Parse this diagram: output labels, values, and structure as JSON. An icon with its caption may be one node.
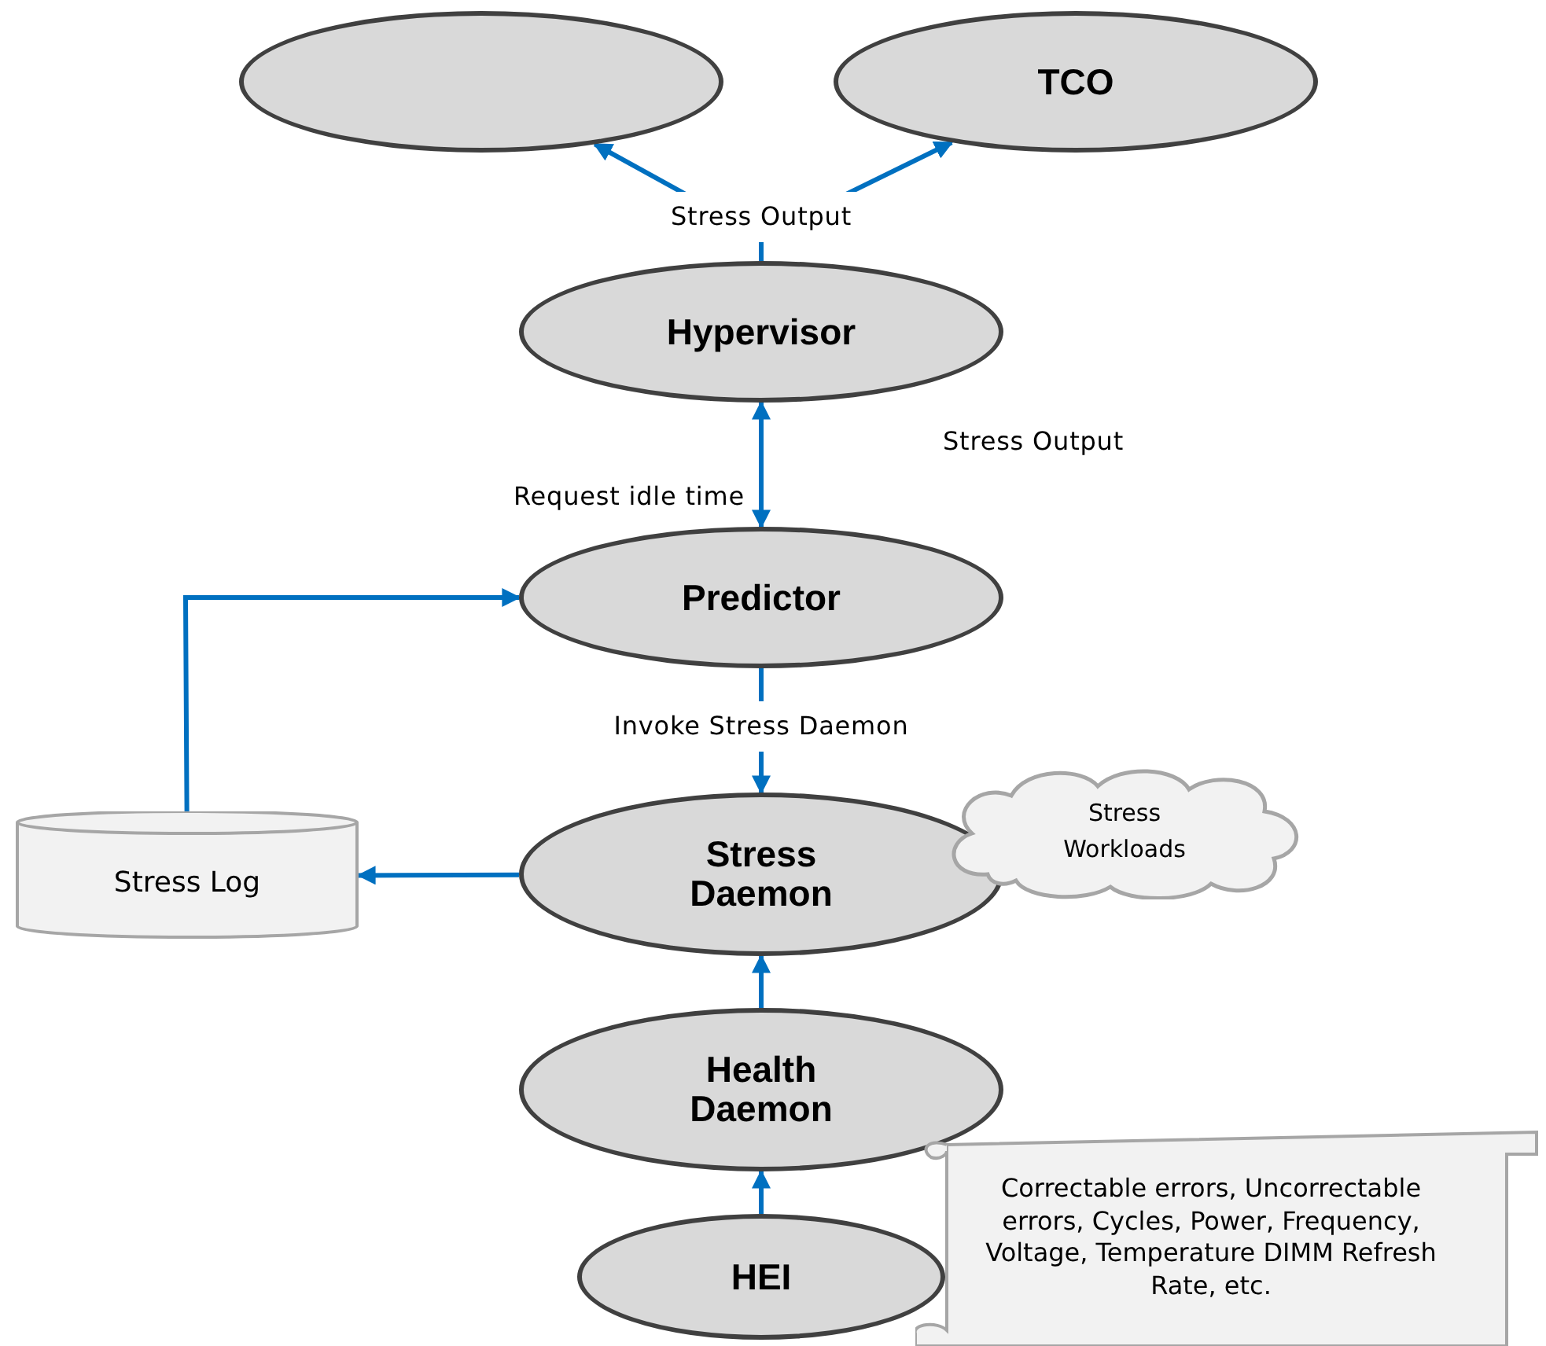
{
  "diagram": {
    "nodes": [
      {
        "text": [],
        "shape": "ellipse"
      },
      {
        "text": [
          "TCO"
        ]
      },
      {
        "text": [
          "Hypervisor"
        ]
      },
      {
        "text": [
          "Predictor"
        ]
      },
      {
        "text": [
          "Stress Daemon"
        ]
      },
      {
        "text": [
          "Stress Workloads"
        ]
      },
      {
        "text": [
          "Stress Log"
        ]
      },
      {
        "text": [
          "Health Daemon"
        ]
      },
      {
        "text": [
          "HEI"
        ]
      },
      {
        "text": [
          "Correctable errors, Uncorrectable errors, Cycles, Power, Frequency, Voltage, Temperature DIMM Refresh Rate, etc."
        ]
      }
    ],
    "edges": [
      {
        "from": 2,
        "to": 0,
        "arrow": "to",
        "label": "Stress Output"
      },
      {
        "from": 2,
        "to": 1,
        "arrow": "to"
      },
      {
        "from": 2,
        "to": 3,
        "arrow": "both",
        "label": "Request idle time"
      },
      {
        "from": 3,
        "to": 4,
        "arrow": "to",
        "label": "Invoke Stress Daemon"
      },
      {
        "from": 6,
        "to": 3,
        "arrow": "to"
      },
      {
        "from": 4,
        "to": 6,
        "arrow": "to"
      },
      {
        "from": 7,
        "to": 4,
        "arrow": "to"
      },
      {
        "from": 8,
        "to": 7,
        "arrow": "to"
      }
    ],
    "labels": [
      "Stress Output"
    ]
  }
}
